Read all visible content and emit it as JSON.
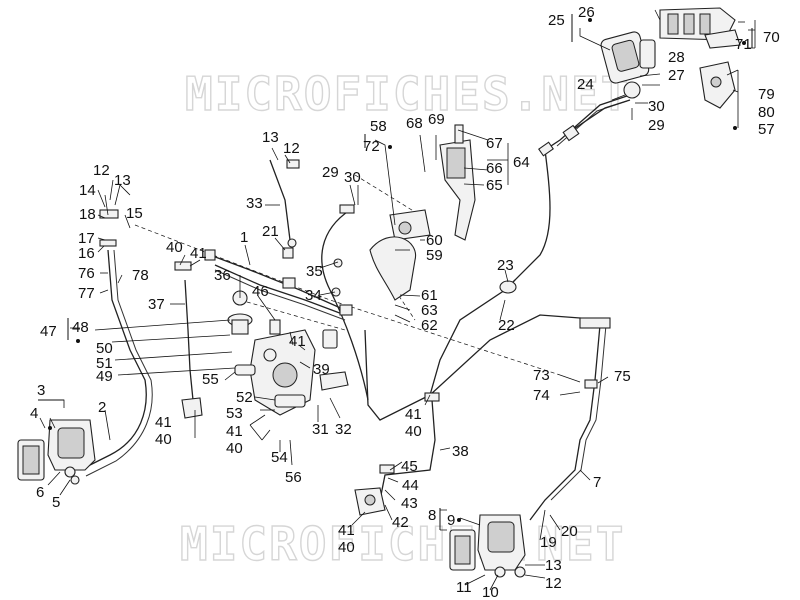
{
  "watermark": {
    "top": "MICROFICHES.NET",
    "bottom": "MICROFICHES.NET"
  },
  "callouts": {
    "c1": "1",
    "c2": "2",
    "c3": "3",
    "c4": "4",
    "c5": "5",
    "c6": "6",
    "c7": "7",
    "c8": "8",
    "c9": "9",
    "c10": "10",
    "c11": "11",
    "c12a": "12",
    "c12b": "12",
    "c12c": "12",
    "c13a": "13",
    "c13b": "13",
    "c13c": "13",
    "c14": "14",
    "c15": "15",
    "c16": "16",
    "c17": "17",
    "c18": "18",
    "c19": "19",
    "c20": "20",
    "c21": "21",
    "c22": "22",
    "c23": "23",
    "c24": "24",
    "c25": "25",
    "c26": "26",
    "c27": "27",
    "c28": "28",
    "c29a": "29",
    "c29b": "29",
    "c30a": "30",
    "c30b": "30",
    "c31": "31",
    "c32": "32",
    "c33": "33",
    "c34": "34",
    "c35": "35",
    "c36": "36",
    "c37": "37",
    "c38": "38",
    "c39": "39",
    "c40a": "40",
    "c40b": "40",
    "c40c": "40",
    "c40d": "40",
    "c40e": "40",
    "c41a": "41",
    "c41b": "41",
    "c41c": "41",
    "c41d": "41",
    "c41e": "41",
    "c41f": "41",
    "c42": "42",
    "c43": "43",
    "c44": "44",
    "c45": "45",
    "c46": "46",
    "c47": "47",
    "c48": "48",
    "c49": "49",
    "c50": "50",
    "c51": "51",
    "c52": "52",
    "c53": "53",
    "c54": "54",
    "c55": "55",
    "c56": "56",
    "c57": "57",
    "c58": "58",
    "c59": "59",
    "c60": "60",
    "c61": "61",
    "c62": "62",
    "c63": "63",
    "c64": "64",
    "c65": "65",
    "c66": "66",
    "c67": "67",
    "c68": "68",
    "c69": "69",
    "c70": "70",
    "c71": "71",
    "c72": "72",
    "c73": "73",
    "c74": "74",
    "c75": "75",
    "c76": "76",
    "c77": "77",
    "c78": "78",
    "c79": "79",
    "c80": "80"
  }
}
